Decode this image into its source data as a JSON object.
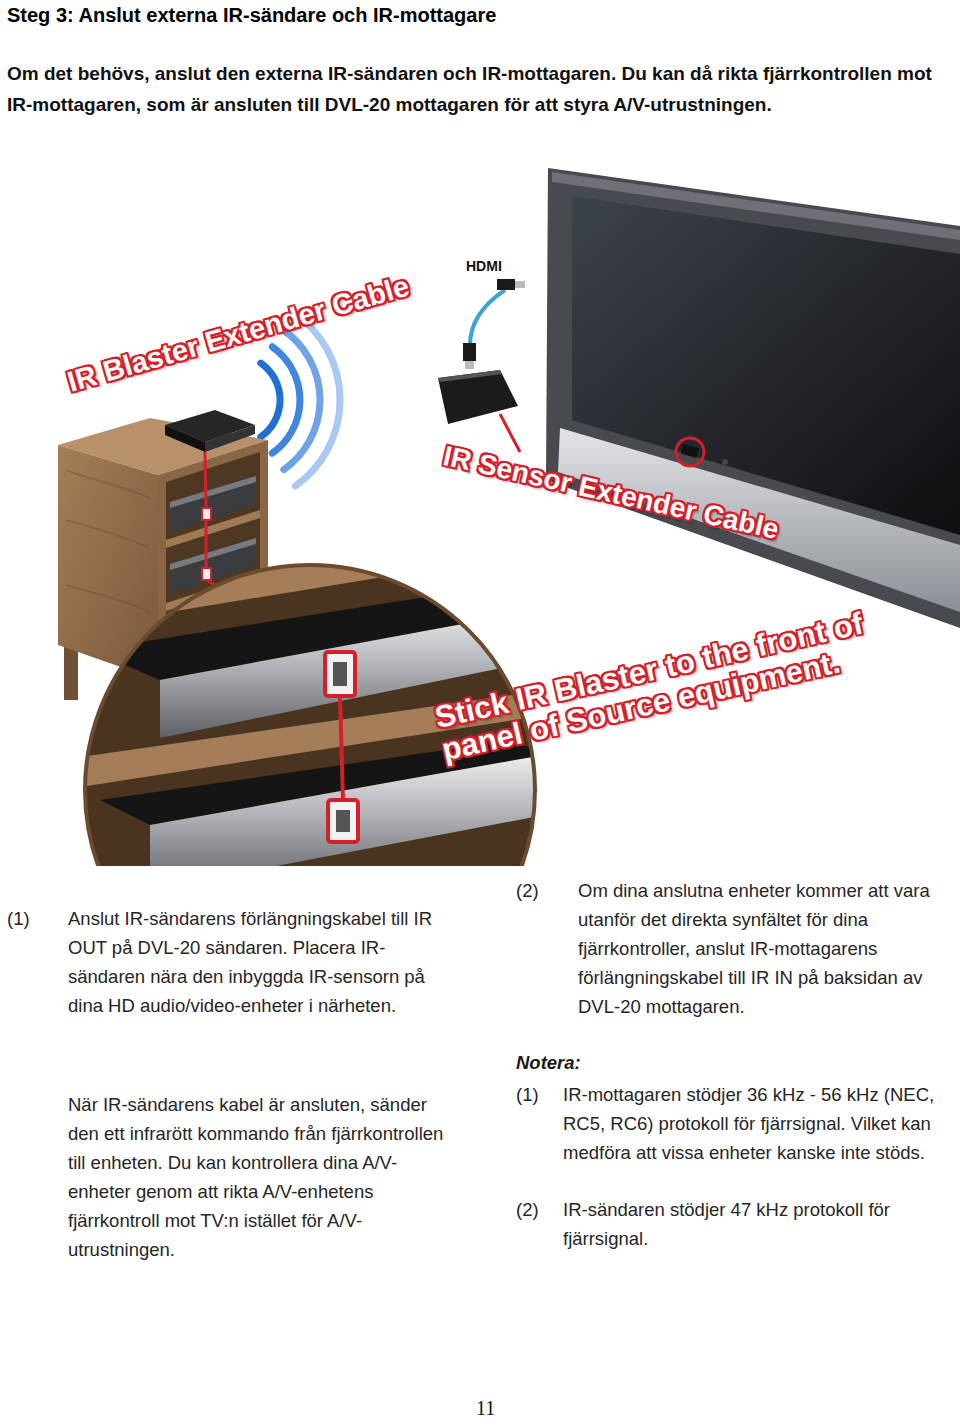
{
  "diagram": {
    "title": "Steg 3: Anslut externa IR-sändare och IR-mottagare",
    "labels": [
      "Om det behövs, anslut den externa IR-sändaren och IR-mottagaren. Du kan då rikta fjärrkontrollen mot IR-mottagaren, som är ansluten till DVL-20 mottagaren för att styra A/V-utrustningen.",
      "HDMI",
      "IR Blaster Extender Cable",
      "IR Sensor Extender Cable",
      "Stick IR Blaster to the front of panel of Source equipment.",
      "(1)",
      "Anslut IR-sändarens förlängningskabel till IR OUT på DVL-20 sändaren. Placera IR-sändaren nära den inbyggda IR-sensorn på dina HD audio/video-enheter i närheten.",
      "När IR-sändarens kabel är ansluten, sänder den ett infrarött kommando från fjärrkontrollen till enheten. Du kan kontrollera dina A/V-enheter genom att rikta A/V-enhetens fjärrkontroll mot TV:n istället för A/V-utrustningen.",
      "(2)",
      "Om dina anslutna enheter kommer att vara utanför det direkta synfältet för dina fjärrkontroller, anslut IR-mottagarens förlängningskabel till IR IN på baksidan av DVL-20 mottagaren.",
      "Notera:",
      "(1)",
      "IR-mottagaren stödjer 36 kHz - 56 kHz (NEC, RC5, RC6) protokoll för fjärrsignal. Vilket kan medföra att vissa enheter kanske inte stöds.",
      "(2)",
      "IR-sändaren stödjer 47 kHz protokoll för fjärrsignal.",
      "11"
    ]
  }
}
